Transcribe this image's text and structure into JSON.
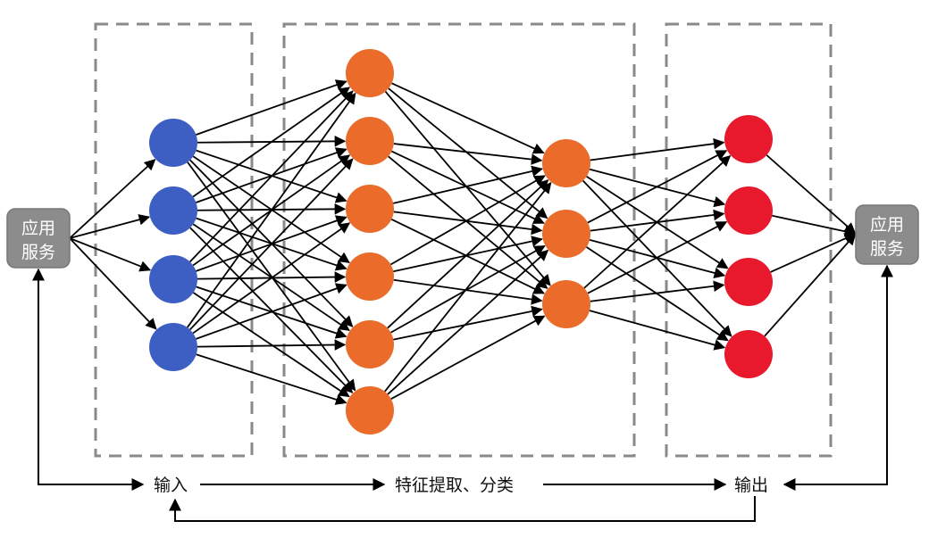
{
  "left_service": {
    "line1": "应用",
    "line2": "服务"
  },
  "right_service": {
    "line1": "应用",
    "line2": "服务"
  },
  "stages": {
    "input": "输入",
    "feature": "特征提取、分类",
    "output": "输出"
  },
  "colors": {
    "input_node": "#3d5fc4",
    "hidden_node": "#ea6b2a",
    "output_node": "#e8192c",
    "service_box": "#8c8c8c"
  }
}
